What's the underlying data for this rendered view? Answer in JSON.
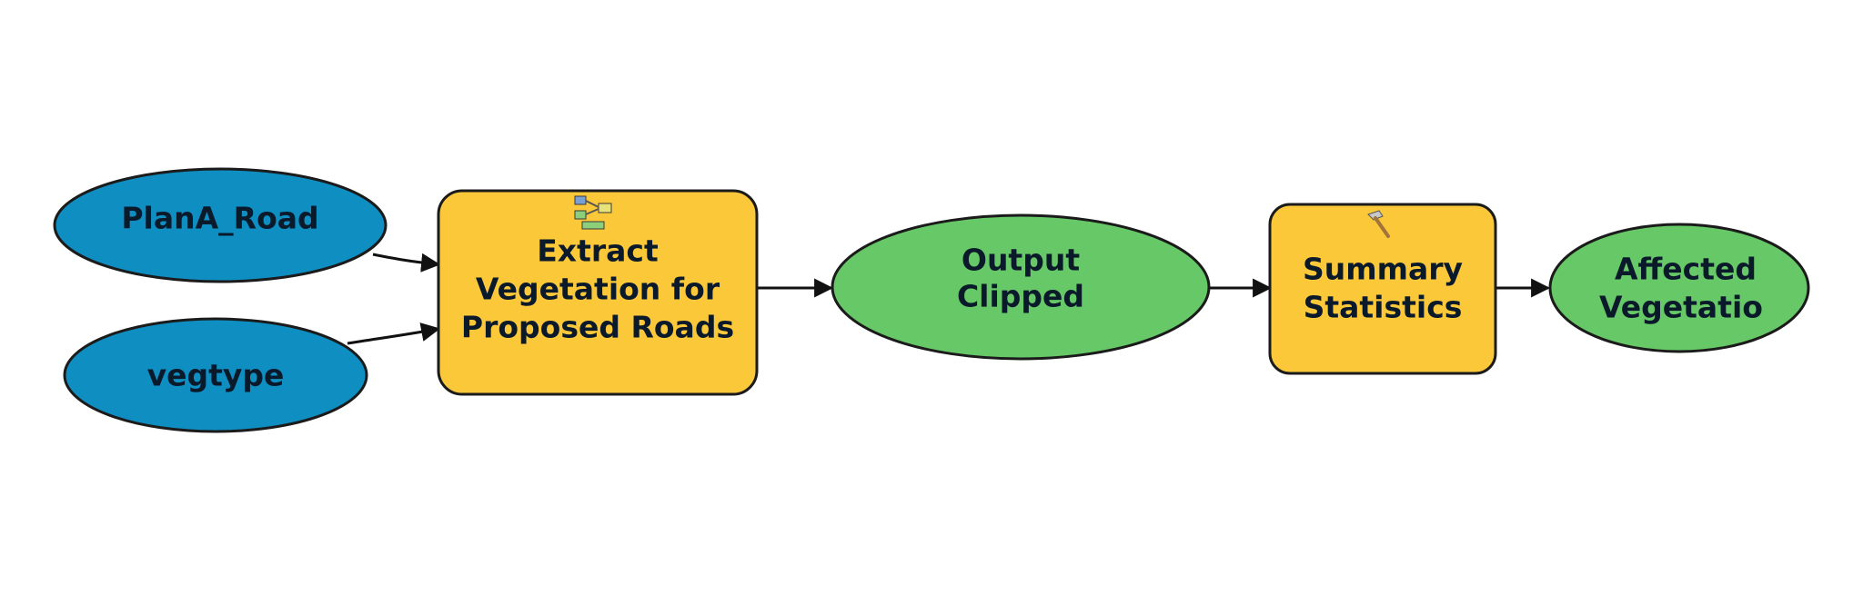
{
  "diagram": {
    "inputs": [
      {
        "id": "plana-road",
        "label": "PlanA_Road"
      },
      {
        "id": "vegtype",
        "label": "vegtype"
      }
    ],
    "tools": [
      {
        "id": "extract-vegetation",
        "lines": [
          "Extract",
          "Vegetation for",
          "Proposed Roads"
        ],
        "icon": "tool-icon"
      },
      {
        "id": "summary-statistics",
        "lines": [
          "Summary",
          "Statistics"
        ],
        "icon": "hammer-icon"
      }
    ],
    "outputs": [
      {
        "id": "output-clipped",
        "lines": [
          "Output",
          "Clipped"
        ]
      },
      {
        "id": "affected-vegetation",
        "lines": [
          "Affected",
          "Vegetatio"
        ]
      }
    ],
    "colors": {
      "input_fill": "#0f8ec2",
      "tool_fill": "#fbc83a",
      "output_fill": "#66c866",
      "outline": "#1b1b1b",
      "connector": "#111111"
    }
  }
}
